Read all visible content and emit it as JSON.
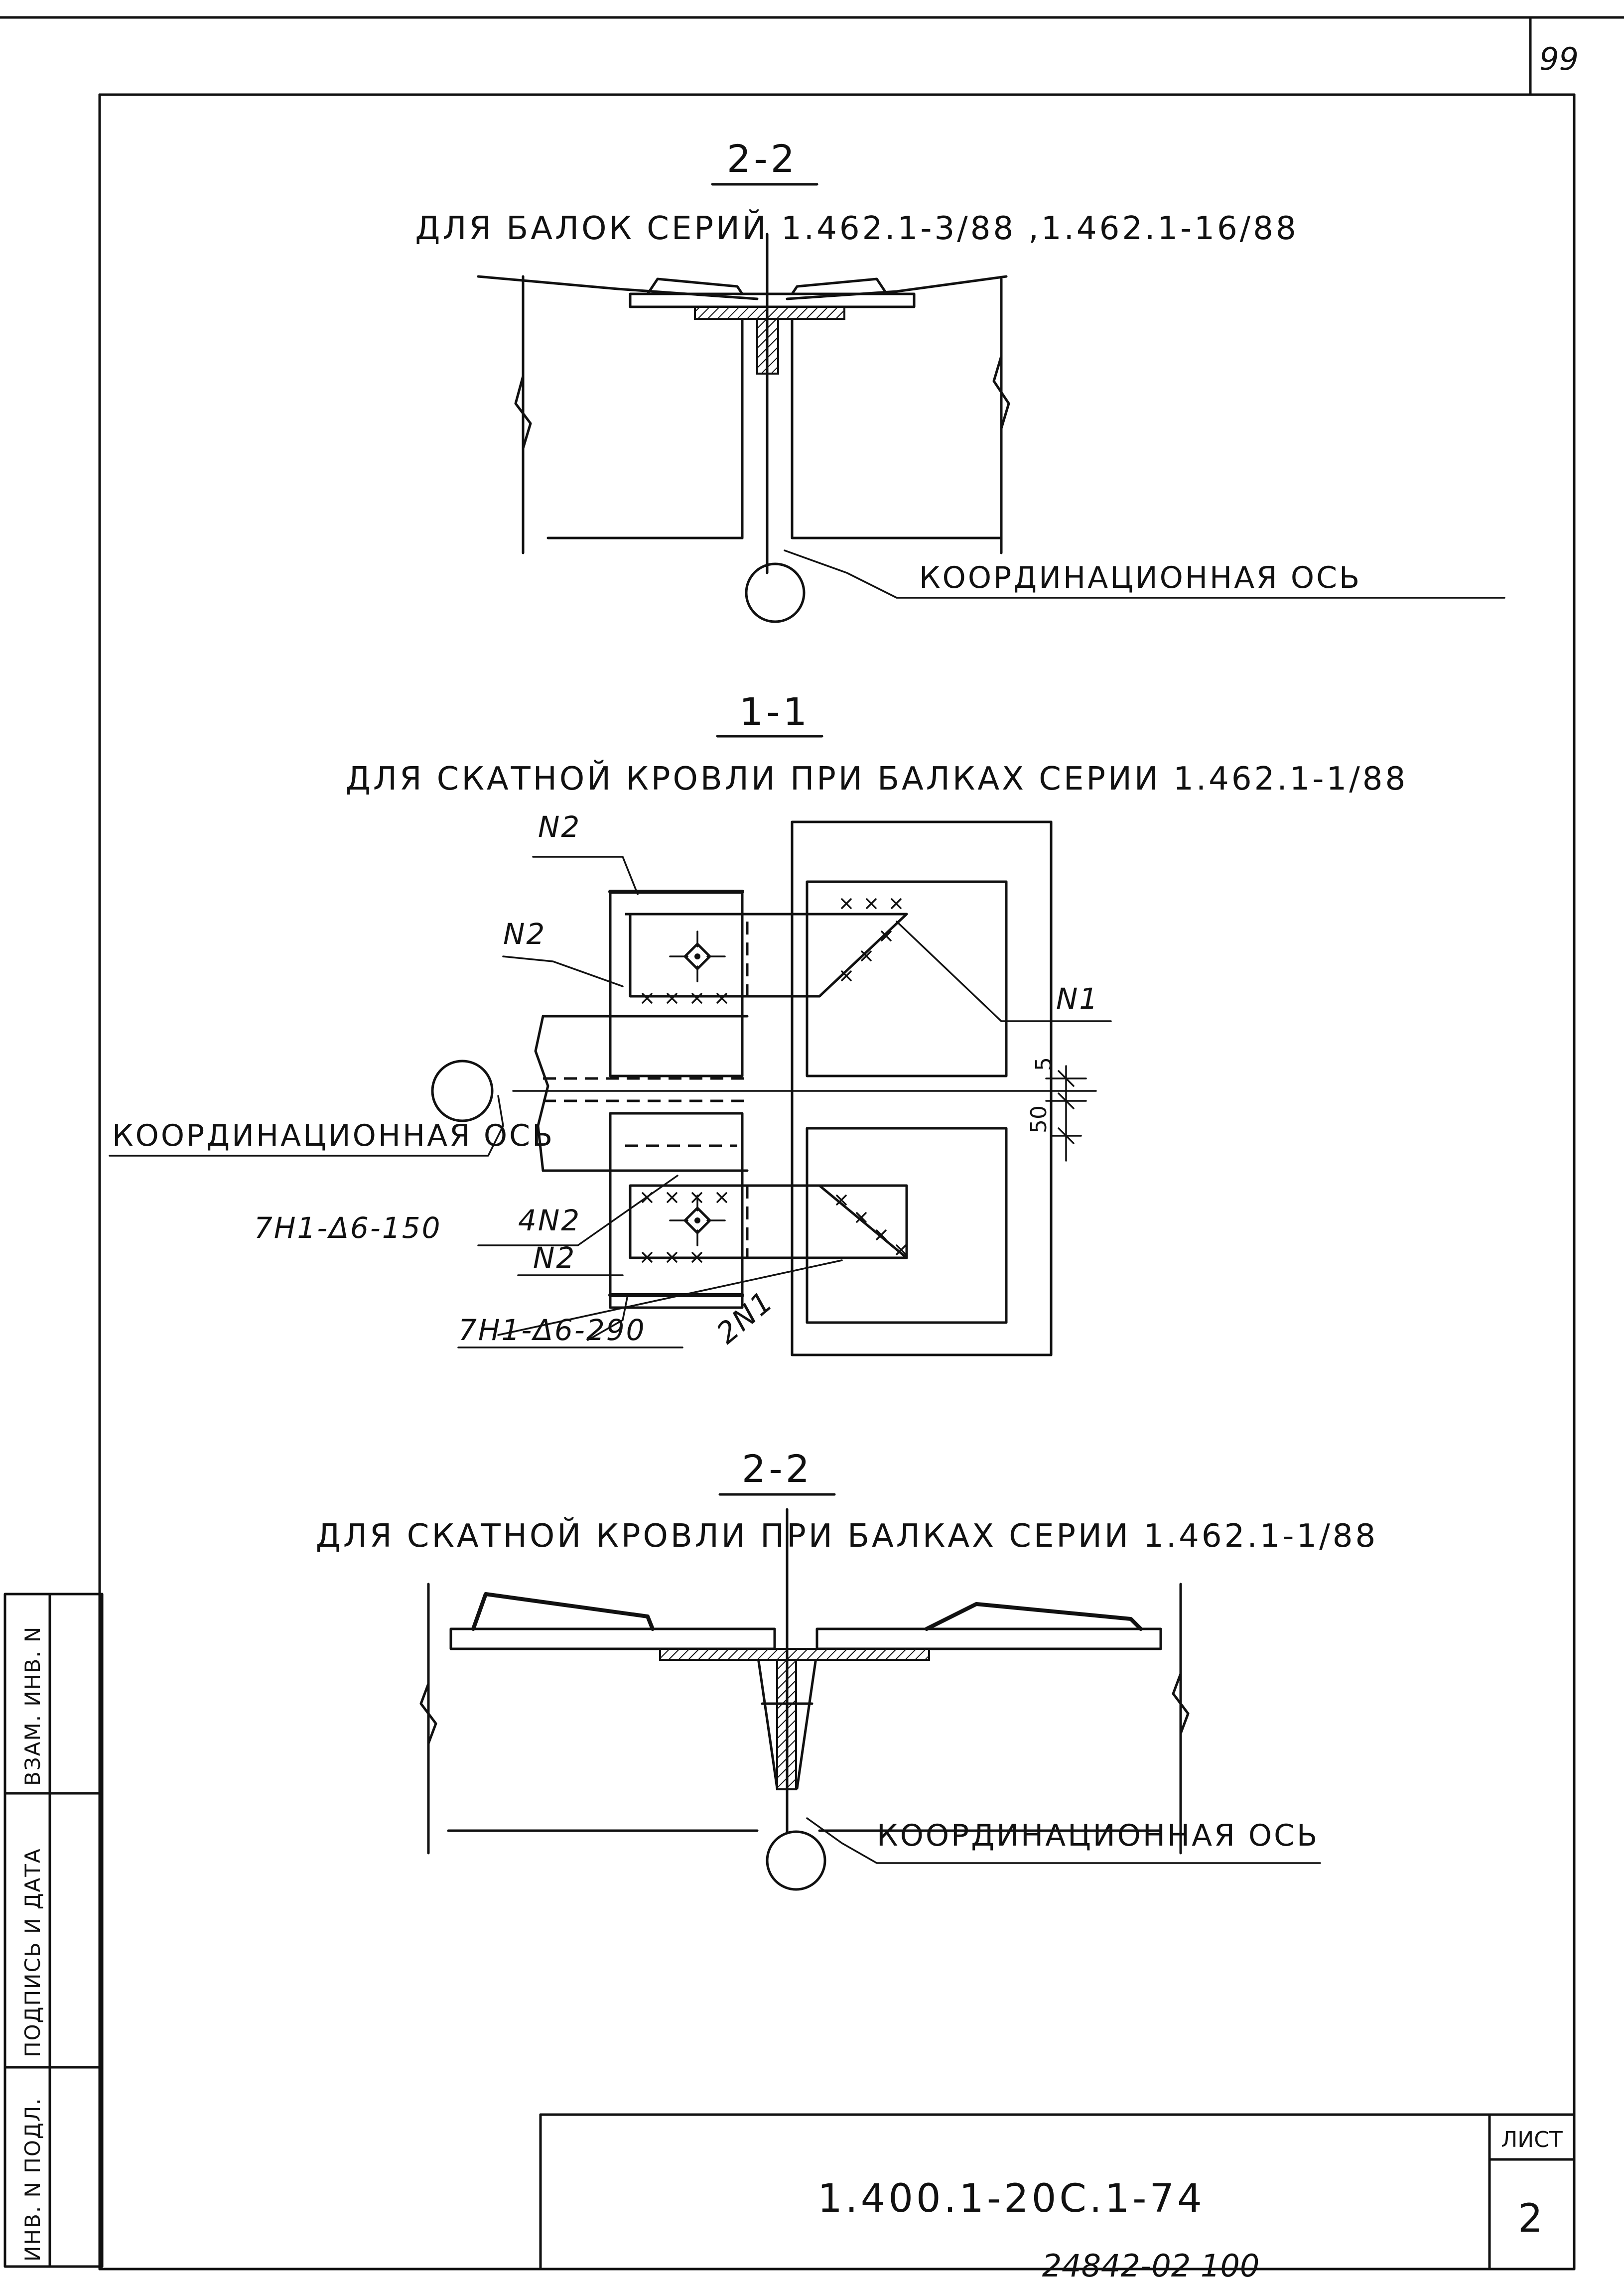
{
  "page_number": "99",
  "section_a": {
    "number": "2-2",
    "caption": "ДЛЯ БАЛОК СЕРИЙ 1.462.1-3/88 ,1.462.1-16/88",
    "axis_label": "КООРДИНАЦИОННАЯ ОСЬ"
  },
  "section_b": {
    "number": "1-1",
    "caption": "ДЛЯ СКАТНОЙ КРОВЛИ ПРИ БАЛКАХ СЕРИИ 1.462.1-1/88",
    "axis_label": "КООРДИНАЦИОННАЯ ОСЬ",
    "callouts": {
      "n2_top": "N2",
      "n2_mid": "N2",
      "n1": "N1",
      "n4n2": "4N2",
      "n2_low": "N2",
      "n2n1": "2N1",
      "weld_150": "7H1-Δ6-150",
      "weld_290": "7H1-Δ6-290"
    },
    "dims": {
      "gap": "5",
      "offset": "50"
    }
  },
  "section_c": {
    "number": "2-2",
    "caption": "ДЛЯ СКАТНОЙ КРОВЛИ ПРИ БАЛКАХ СЕРИИ 1.462.1-1/88",
    "axis_label": "КООРДИНАЦИОННАЯ ОСЬ"
  },
  "side_stamp": {
    "cells": [
      "ИНВ. N ПОДЛ.",
      "ПОДПИСЬ И ДАТА",
      "ВЗАМ. ИНВ. N"
    ]
  },
  "title_block": {
    "document_code": "1.400.1-20C.1-74",
    "sheet_label": "ЛИСТ",
    "sheet_number": "2"
  },
  "footer_code": "24842-02 100"
}
